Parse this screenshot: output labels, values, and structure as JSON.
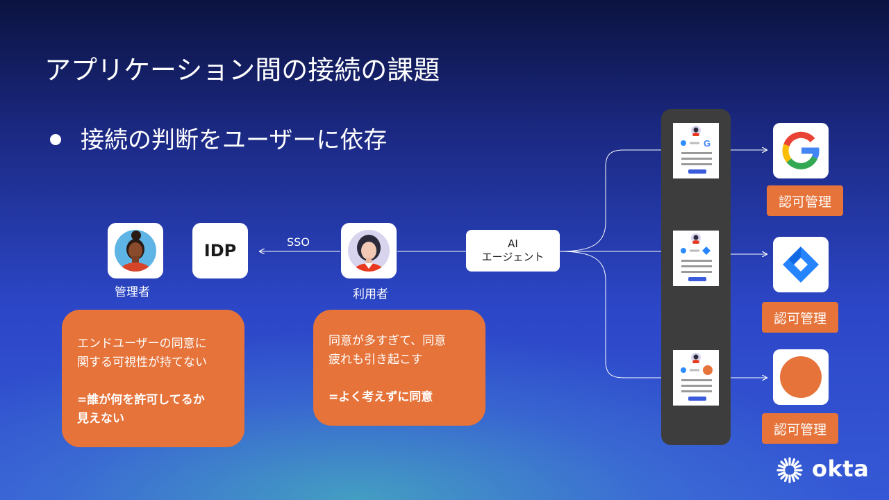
{
  "slide": {
    "title": "アプリケーション間の接続の課題",
    "bullet": "接続の判断をユーザーに依存"
  },
  "diagram": {
    "admin_label": "管理者",
    "idp_label": "IDP",
    "sso_label": "SSO",
    "user_label": "利用者",
    "ai_agent": {
      "line1": "AI",
      "line2": "エージェント"
    },
    "apps": [
      {
        "icon": "google-g-icon",
        "authz_label": "認可管理"
      },
      {
        "icon": "jira-icon",
        "authz_label": "認可管理"
      },
      {
        "icon": "orange-circle-app-icon",
        "authz_label": "認可管理"
      }
    ]
  },
  "notes": {
    "admin": {
      "line1": "エンドユーザーの同意に",
      "line2": "関する可視性が持てない",
      "bold1": "=誰が何を許可してるか",
      "bold2": "見えない"
    },
    "user": {
      "line1": "同意が多すぎて、同意",
      "line2": "疲れも引き起こす",
      "bold1": "=よく考えずに同意"
    }
  },
  "brand": {
    "name": "okta"
  },
  "colors": {
    "orange": "#e5733a",
    "panel": "#3d3d3d",
    "accent_blue": "#3a5bdc"
  }
}
